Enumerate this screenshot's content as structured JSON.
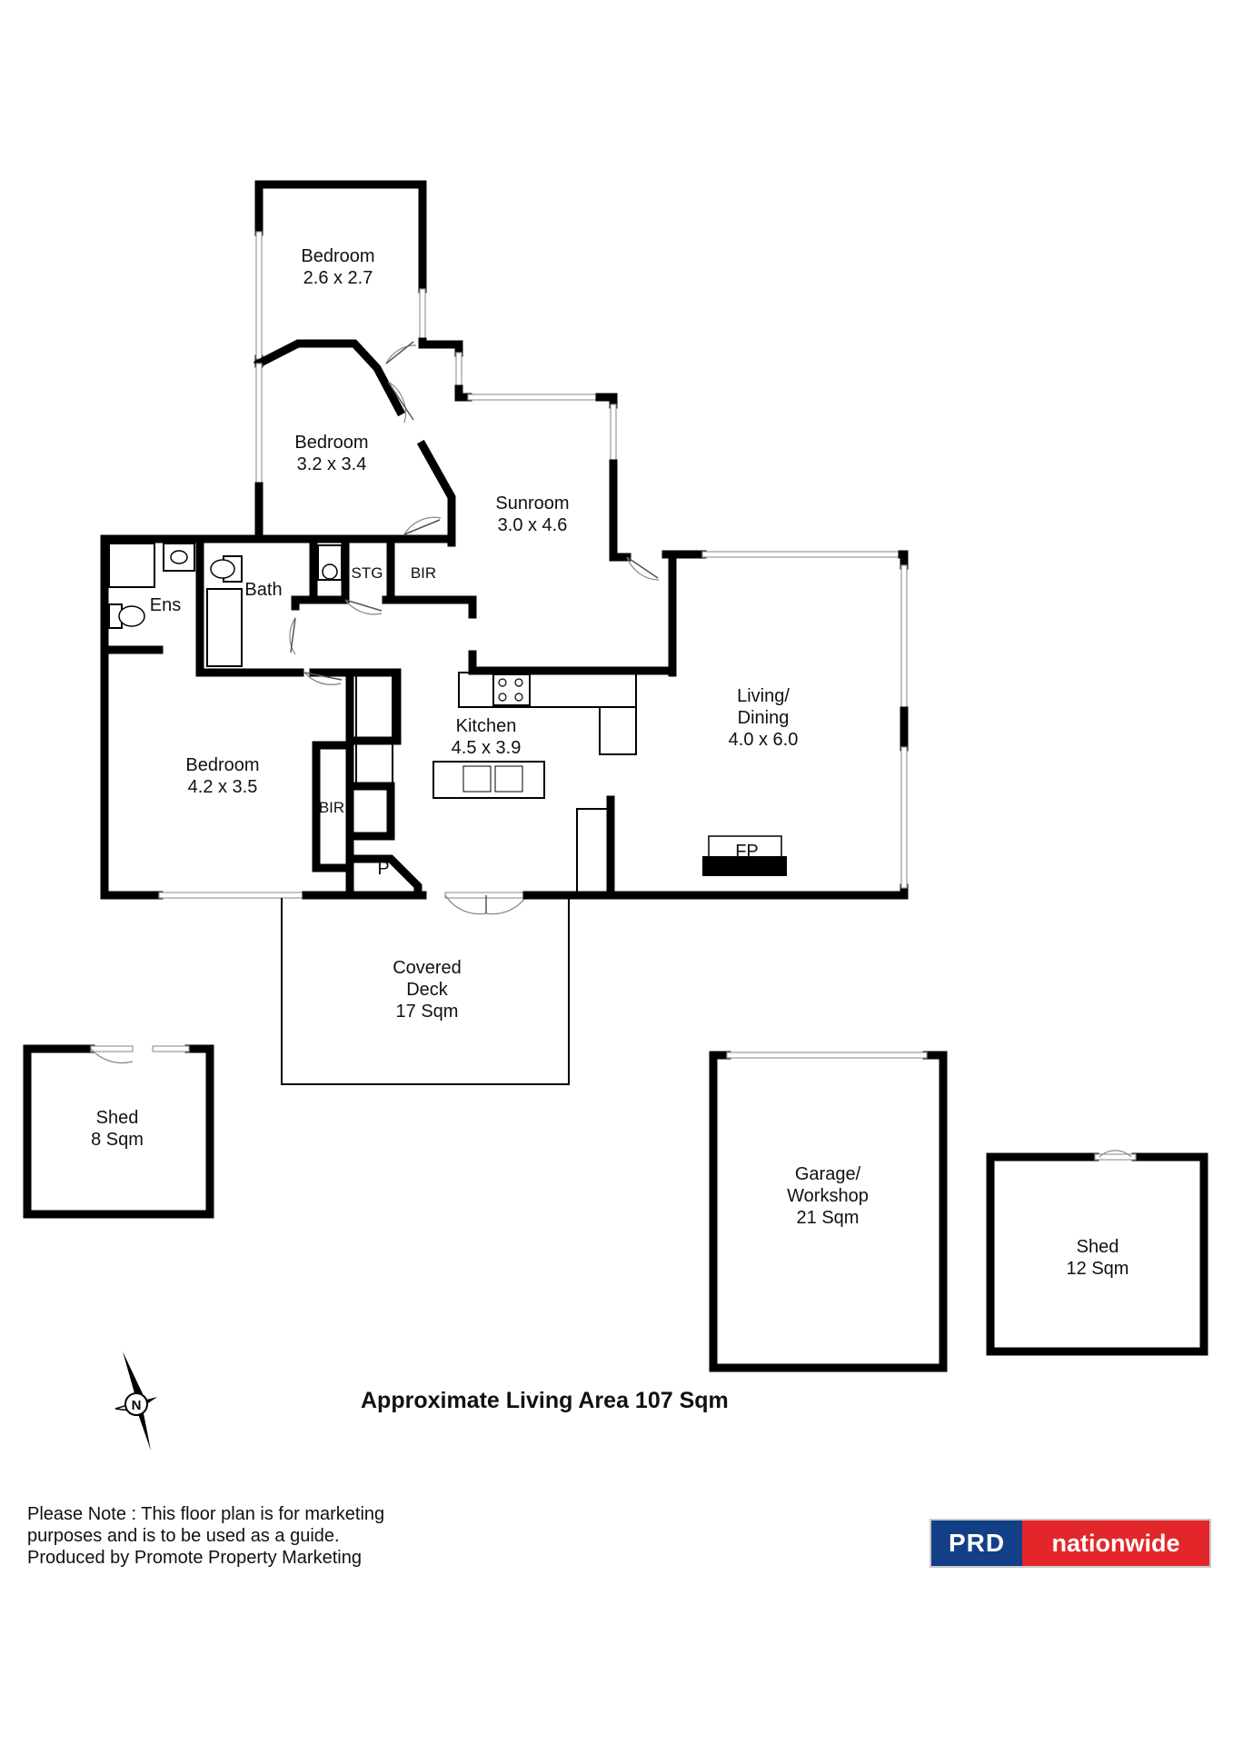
{
  "rooms": {
    "bedroom_top": {
      "name": "Bedroom",
      "size": "2.6 x 2.7"
    },
    "bedroom_mid": {
      "name": "Bedroom",
      "size": "3.2 x 3.4"
    },
    "sunroom": {
      "name": "Sunroom",
      "size": "3.0 x 4.6"
    },
    "ens": "Ens",
    "bath": "Bath",
    "stg": "STG",
    "bir_top": "BIR",
    "bir_left": "BIR",
    "pantry": "P",
    "kitchen": {
      "name": "Kitchen",
      "size": "4.5 x 3.9"
    },
    "living": {
      "name_line1": "Living/",
      "name_line2": "Dining",
      "size": "4.0 x 6.0"
    },
    "fireplace": "FP",
    "bedroom_main": {
      "name": "Bedroom",
      "size": "4.2 x 3.5"
    },
    "deck": {
      "line1": "Covered",
      "line2": "Deck",
      "area": "17 Sqm"
    },
    "shed_small": {
      "name": "Shed",
      "area": "8 Sqm"
    },
    "garage": {
      "line1": "Garage/",
      "line2": "Workshop",
      "area": "21 Sqm"
    },
    "shed_large": {
      "name": "Shed",
      "area": "12 Sqm"
    }
  },
  "compass": {
    "label": "N"
  },
  "area_title": "Approximate Living Area 107 Sqm",
  "note": {
    "line1": "Please Note : This floor plan is for marketing",
    "line2": "purposes and is to be used as a guide.",
    "line3": "Produced by Promote Property Marketing"
  },
  "logo": {
    "part1": "PRD",
    "part2": "nationwide",
    "color1": "#123f86",
    "color2": "#e3262a"
  }
}
